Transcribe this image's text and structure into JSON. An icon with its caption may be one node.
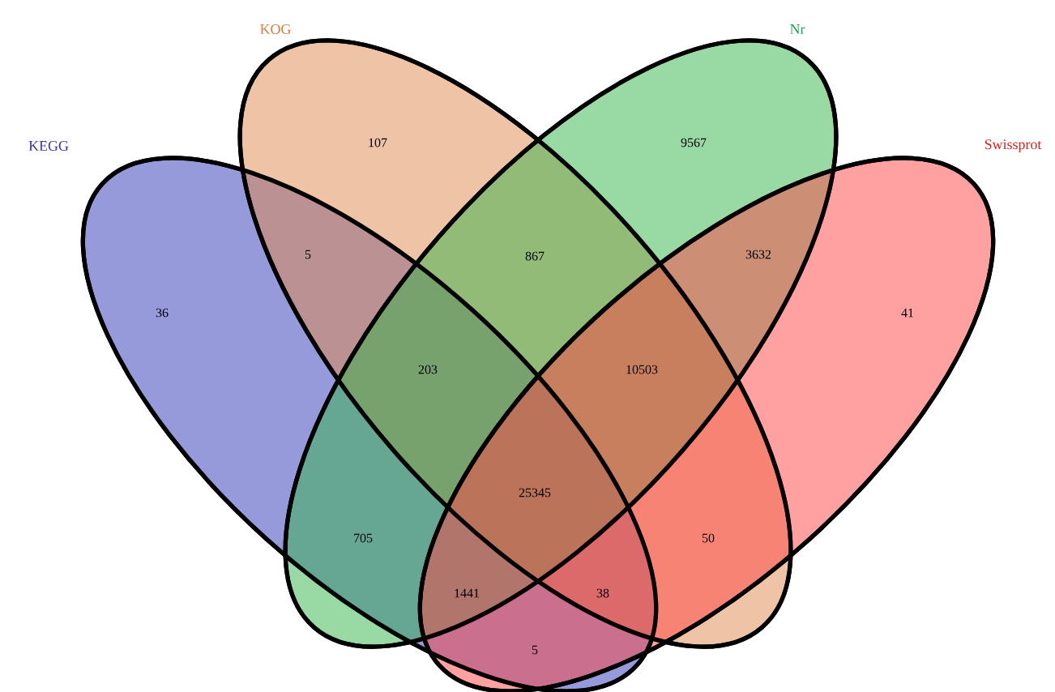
{
  "diagram": {
    "nodes": [
      {
        "text": [
          "KEGG"
        ]
      },
      {
        "text": [
          "KOG"
        ]
      },
      {
        "text": [
          "Nr"
        ]
      },
      {
        "text": [
          "Swissprot"
        ]
      }
    ],
    "labels": [
      "107",
      "9567",
      "5",
      "867",
      "3632",
      "36",
      "41",
      "203",
      "10503",
      "25345",
      "705",
      "50",
      "1441",
      "38",
      "5"
    ]
  }
}
